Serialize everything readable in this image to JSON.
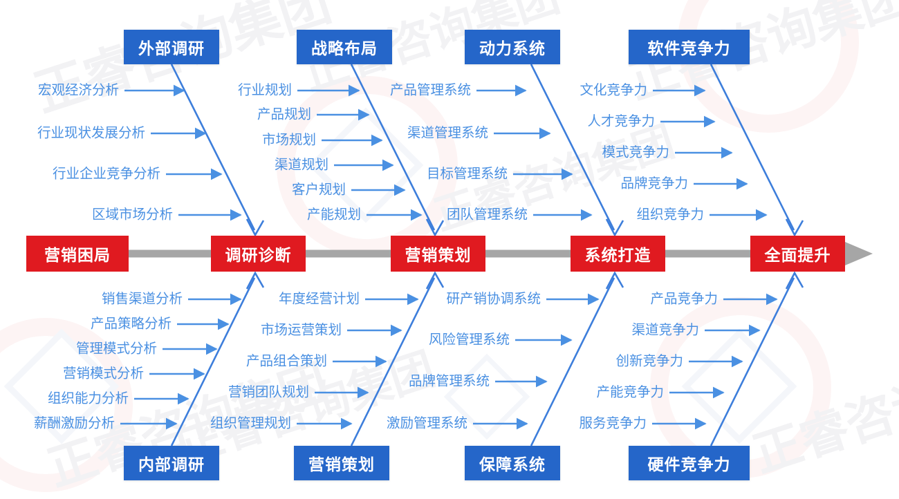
{
  "diagram": {
    "type": "fishbone",
    "title_present": false,
    "colors": {
      "category_box": "#2566C9",
      "spine_box": "#E01A20",
      "spine_line": "#A6A6A6",
      "rib_line": "#3D7EDB",
      "cause_text": "#4A90E2",
      "background": "#FFFFFF"
    }
  },
  "spine": {
    "nodes": [
      {
        "label": "营销困局"
      },
      {
        "label": "调研诊断"
      },
      {
        "label": "营销策划"
      },
      {
        "label": "系统打造"
      },
      {
        "label": "全面提升"
      }
    ],
    "end_arrow": true
  },
  "branches": {
    "top": [
      {
        "label": "外部调研",
        "causes": [
          "宏观经济分析",
          "行业现状发展分析",
          "行业企业竞争分析",
          "区域市场分析"
        ]
      },
      {
        "label": "战略布局",
        "causes": [
          "行业规划",
          "产品规划",
          "市场规划",
          "渠道规划",
          "客户规划",
          "产能规划"
        ]
      },
      {
        "label": "动力系统",
        "causes": [
          "产品管理系统",
          "渠道管理系统",
          "目标管理系统",
          "团队管理系统"
        ]
      },
      {
        "label": "软件竞争力",
        "causes": [
          "文化竞争力",
          "人才竞争力",
          "模式竞争力",
          "品牌竞争力",
          "组织竞争力"
        ]
      }
    ],
    "bottom": [
      {
        "label": "内部调研",
        "causes": [
          "销售渠道分析",
          "产品策略分析",
          "管理模式分析",
          "营销模式分析",
          "组织能力分析",
          "薪酬激励分析"
        ]
      },
      {
        "label": "营销策划",
        "causes": [
          "年度经营计划",
          "市场运营策划",
          "产品组合策划",
          "营销团队规划",
          "组织管理规划"
        ]
      },
      {
        "label": "保障系统",
        "causes": [
          "研产销协调系统",
          "风险管理系统",
          "品牌管理系统",
          "激励管理系统"
        ]
      },
      {
        "label": "硬件竞争力",
        "causes": [
          "产品竞争力",
          "渠道竞争力",
          "创新竞争力",
          "产能竞争力",
          "服务竞争力"
        ]
      }
    ]
  },
  "watermark": {
    "text": "正睿咨询集团"
  }
}
